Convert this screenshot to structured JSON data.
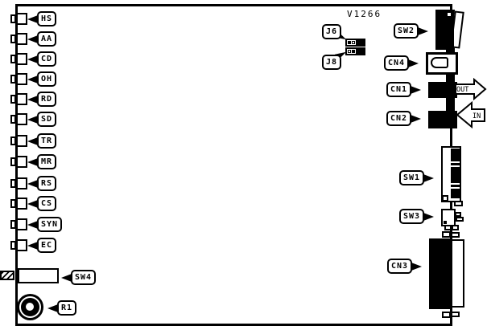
{
  "board": {
    "version_label": "V1266"
  },
  "leds": [
    {
      "label": "HS"
    },
    {
      "label": "AA"
    },
    {
      "label": "CD"
    },
    {
      "label": "OH"
    },
    {
      "label": "RD"
    },
    {
      "label": "SD"
    },
    {
      "label": "TR"
    },
    {
      "label": "MR"
    },
    {
      "label": "RS"
    },
    {
      "label": "CS"
    },
    {
      "label": "SYN"
    },
    {
      "label": "EC"
    }
  ],
  "jumpers": [
    {
      "label": "J6"
    },
    {
      "label": "J8"
    }
  ],
  "switches": {
    "sw1": "SW1",
    "sw2": "SW2",
    "sw3": "SW3",
    "sw4": "SW4"
  },
  "connectors": {
    "cn1": "CN1",
    "cn2": "CN2",
    "cn3": "CN3",
    "cn4": "CN4"
  },
  "potentiometer": {
    "label": "R1"
  },
  "ports": {
    "out_label": "OUT",
    "in_label": "IN"
  },
  "colors": {
    "ink": "#000000",
    "paper": "#ffffff"
  }
}
